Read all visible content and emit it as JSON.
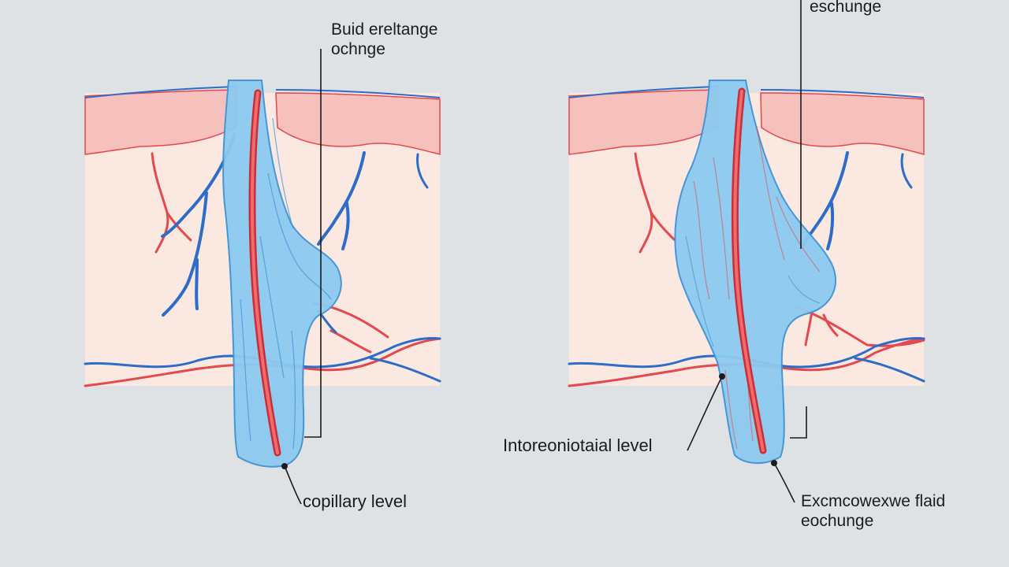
{
  "labels": {
    "top_left": "Buid ereltange\nochnge",
    "top_right": "eschunge",
    "interstitial": "Intoreoniotaial level",
    "capillary": "copillary level",
    "bottom_right": "Excmcowexwe flaid\neochunge"
  },
  "colors": {
    "background": "#dfe2e4",
    "tissue": "#fbe9e1",
    "tissue_layer": "#f6c1bd",
    "fluid": "#8ccaf0",
    "fluid_edge": "#3e93d6",
    "artery": "#e5484d",
    "vein": "#2d6dc9",
    "leader_line": "#1b1b1b"
  }
}
